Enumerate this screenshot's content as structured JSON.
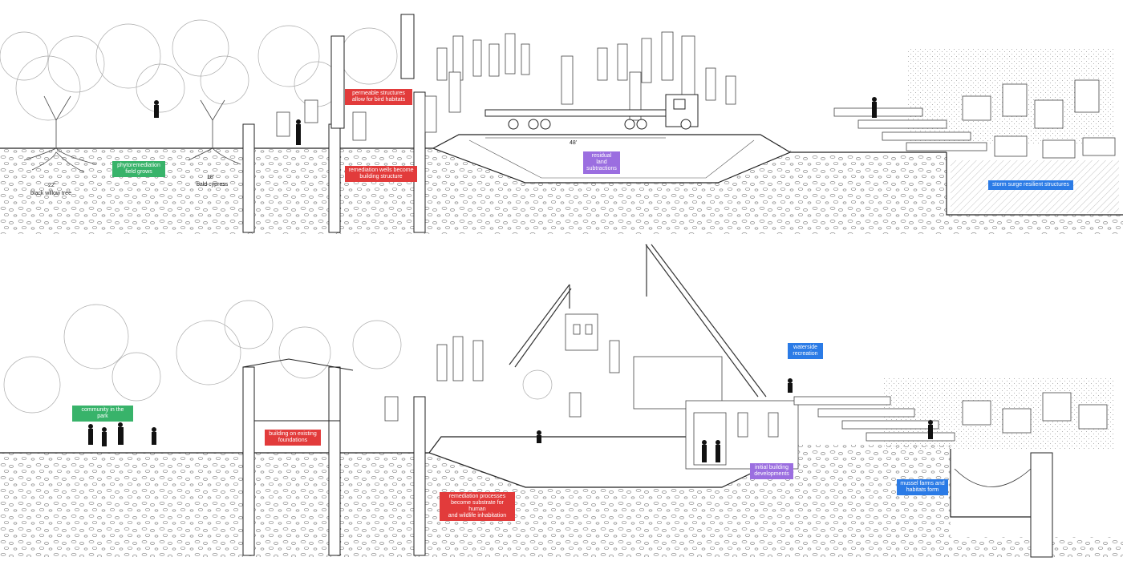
{
  "top_section": {
    "labels": {
      "phytoremediation": "phytoremediation\nfield grows",
      "remediation_wells": "remediation wells become\nbuilding structure",
      "permeable": "permeable structures\nallow for bird habitats",
      "residual_land": "residual land\nsubtractions",
      "storm_surge": "storm surge resilient structures"
    },
    "dimensions": {
      "willow_dim": "22'",
      "willow_name": "black willow tree",
      "cypress_dim": "18'",
      "cypress_name": "bald cypress",
      "truck_dim": "48'"
    }
  },
  "bottom_section": {
    "labels": {
      "community": "community in the park",
      "building_foundations": "building on existing\nfoundations",
      "remediation_processes": "remediation processes\nbecome substrate for human\nand wildlife inhabitation",
      "initial_building": "initial building\ndevelopments",
      "waterside": "waterside\nrecreation",
      "mussel": "mussel farms and\nhabitats form"
    }
  },
  "colors": {
    "green": "#38b36a",
    "red": "#e23b3b",
    "purple": "#9b6ee0",
    "blue": "#2b7be6"
  }
}
